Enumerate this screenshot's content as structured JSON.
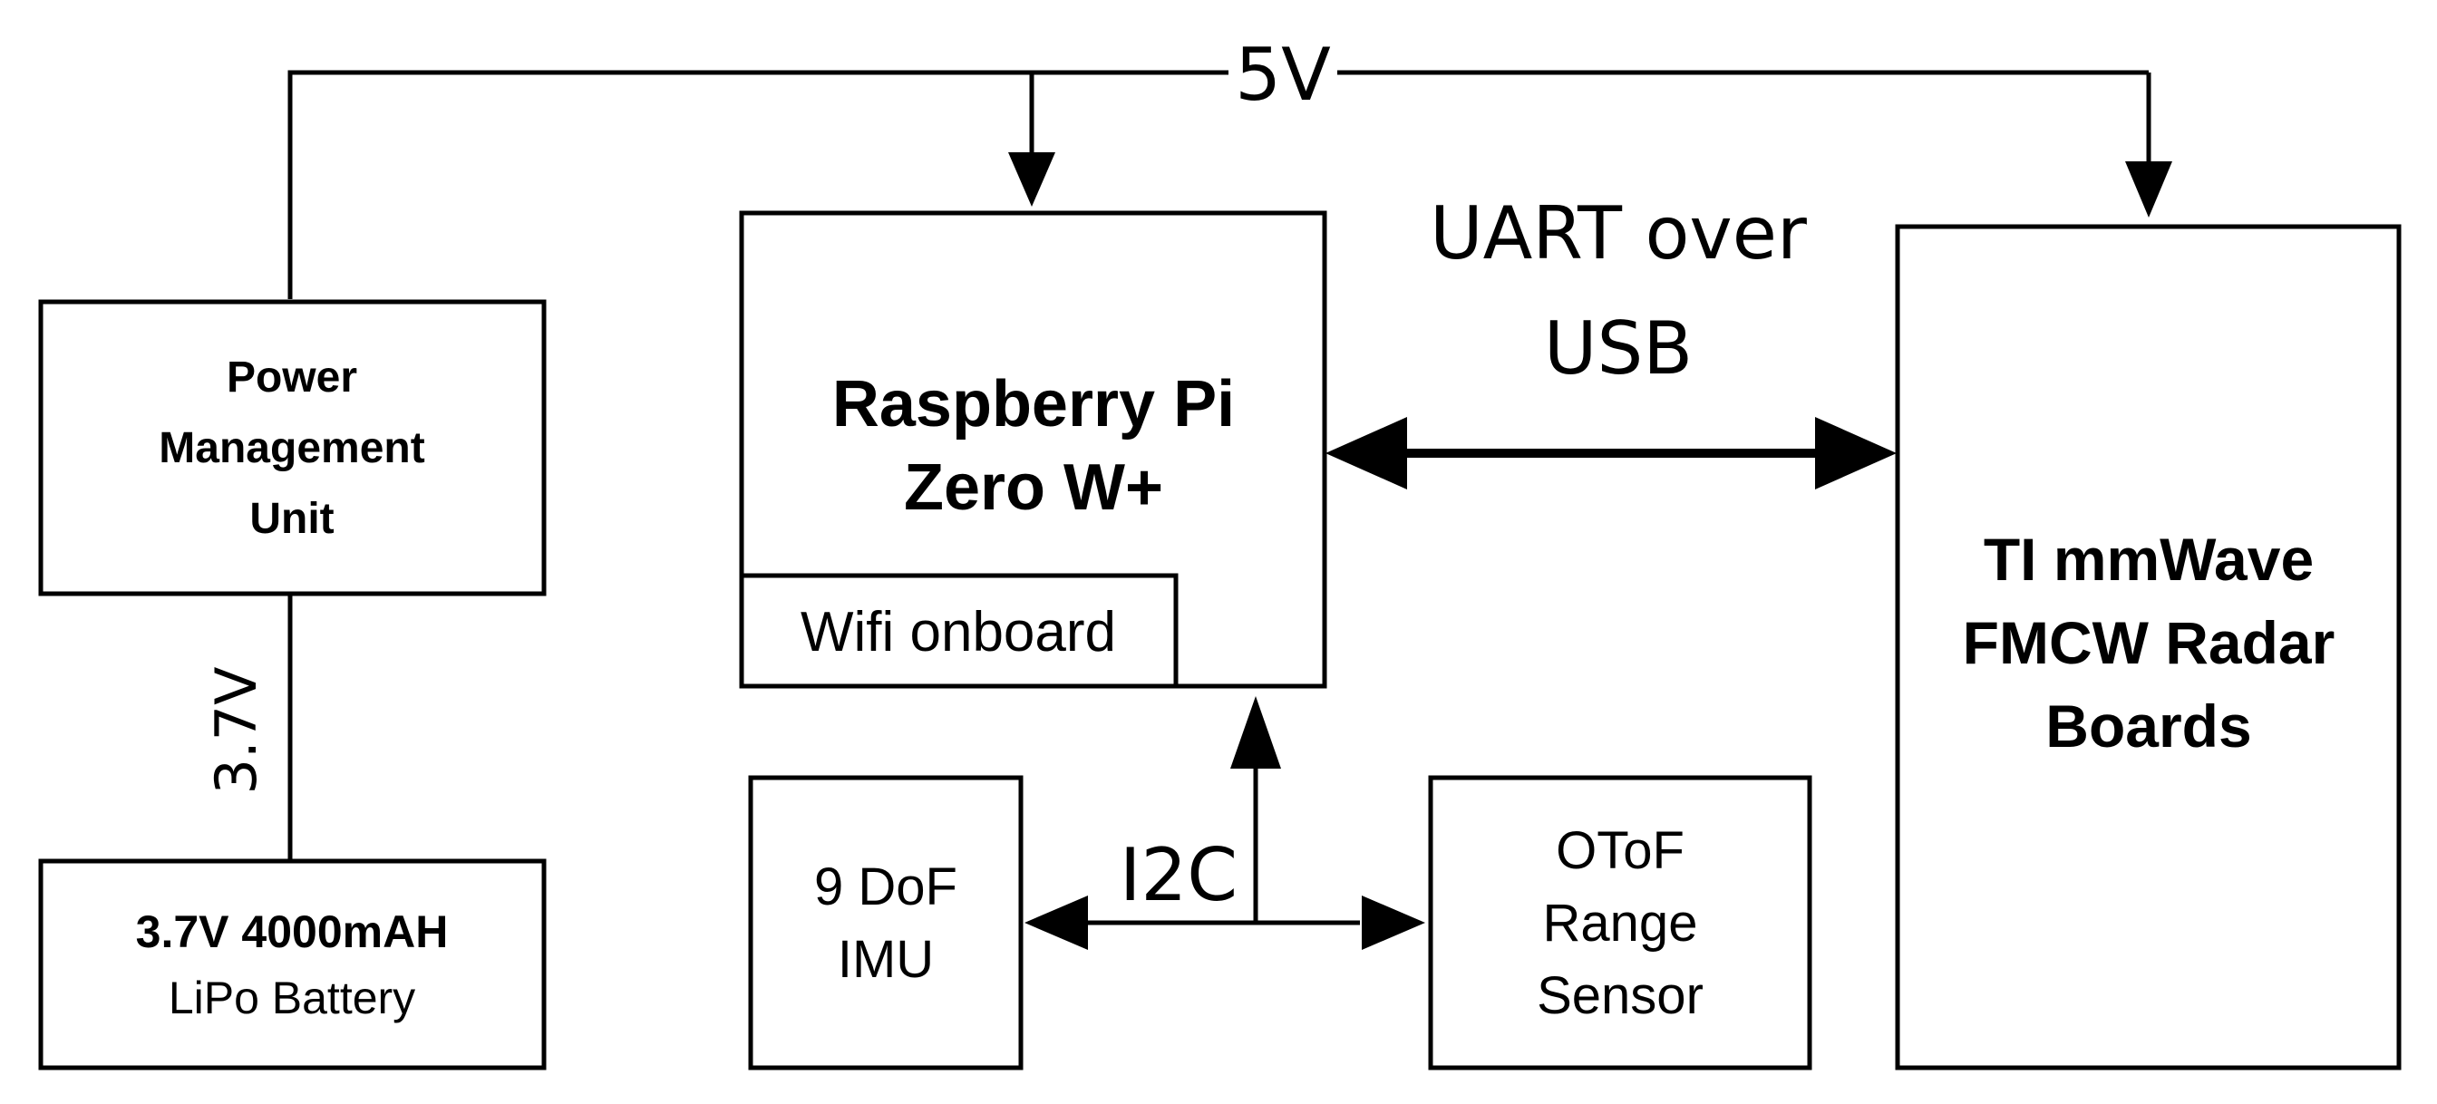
{
  "blocks": {
    "pmu": {
      "lines": [
        "Power",
        "Management",
        "Unit"
      ]
    },
    "battery": {
      "line1": "3.7V 4000mAH",
      "line2": "LiPo Battery"
    },
    "raspberry_pi": {
      "lines": [
        "Raspberry Pi",
        "Zero W+"
      ],
      "sub_label": "Wifi onboard"
    },
    "imu": {
      "lines": [
        "9 DoF",
        "IMU"
      ]
    },
    "range_sensor": {
      "lines": [
        "OToF",
        "Range",
        "Sensor"
      ]
    },
    "radar": {
      "lines": [
        "TI mmWave",
        "FMCW Radar",
        "Boards"
      ]
    }
  },
  "connections": {
    "power_5v": "5V",
    "battery_3v7": "3.7V",
    "uart": {
      "lines": [
        "UART over",
        "USB"
      ]
    },
    "i2c": "I2C"
  }
}
